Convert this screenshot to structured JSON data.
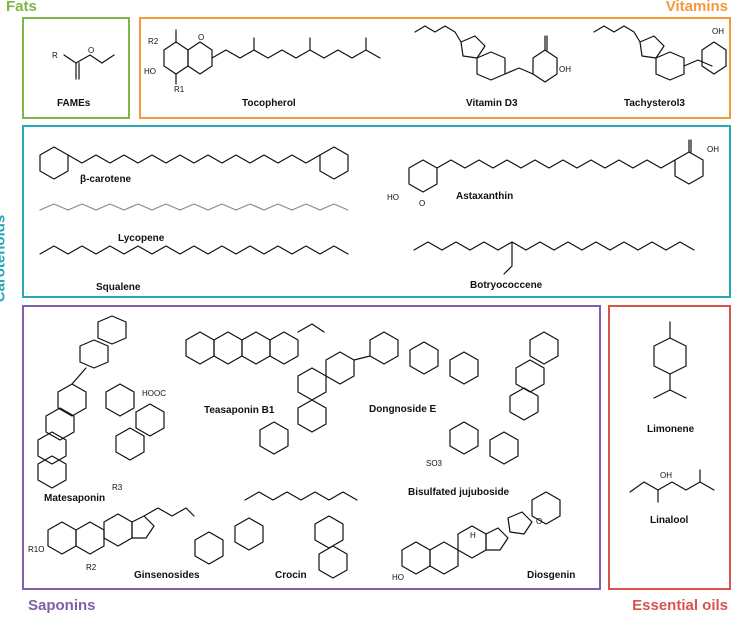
{
  "categories": {
    "fats": {
      "label": "Fats",
      "color": "#7fb548"
    },
    "vitamins": {
      "label": "Vitamins",
      "color": "#f39a3a"
    },
    "carotenoids": {
      "label": "Carotenoids",
      "color": "#2aa7b8"
    },
    "saponins": {
      "label": "Saponins",
      "color": "#8060a8"
    },
    "essential_oils": {
      "label": "Essential oils",
      "color": "#d9534f"
    }
  },
  "fats": {
    "molecules": [
      {
        "name": "FAMEs",
        "substituent": "R",
        "atom": "O"
      }
    ]
  },
  "vitamins": {
    "molecules": [
      {
        "name": "Tocopherol",
        "r1": "R1",
        "r2": "R2",
        "oh": "HO",
        "ring_o": "O"
      },
      {
        "name": "Vitamin D3",
        "oh": "OH"
      },
      {
        "name": "Tachysterol3",
        "oh": "OH"
      }
    ]
  },
  "carotenoids": {
    "molecules": [
      {
        "name": "β-carotene"
      },
      {
        "name": "Astaxanthin",
        "ho": "HO",
        "oh": "OH",
        "o": "O"
      },
      {
        "name": "Lycopene"
      },
      {
        "name": "Squalene"
      },
      {
        "name": "Botryococcene"
      }
    ]
  },
  "saponins": {
    "molecules": [
      {
        "name": "Matesaponin"
      },
      {
        "name": "Teasaponin B1",
        "cooh": "HOOC"
      },
      {
        "name": "Dongnoside E"
      },
      {
        "name": "Bisulfated jujuboside",
        "so3": "SO3"
      },
      {
        "name": "Ginsenosides",
        "r1": "R1O",
        "r2": "R2",
        "r3": "R3"
      },
      {
        "name": "Crocin"
      },
      {
        "name": "Diosgenin",
        "ho": "HO",
        "h": "H",
        "o": "O"
      }
    ]
  },
  "essential_oils": {
    "molecules": [
      {
        "name": "Limonene"
      },
      {
        "name": "Linalool",
        "oh": "OH"
      }
    ]
  }
}
